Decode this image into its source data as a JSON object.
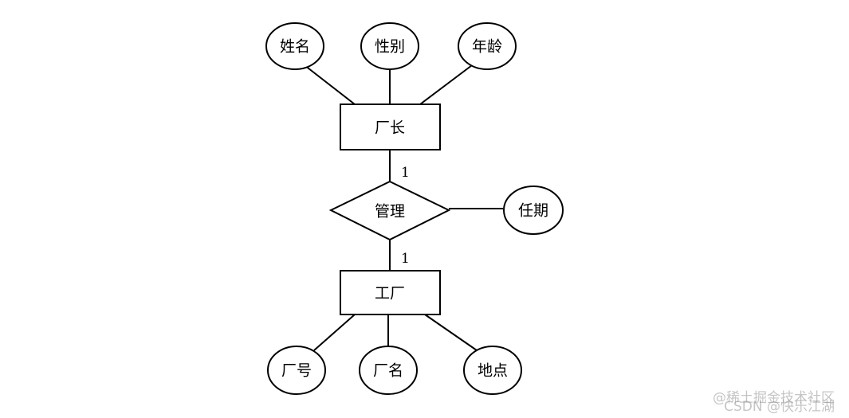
{
  "entities": {
    "director": "厂长",
    "factory": "工厂"
  },
  "relationship": {
    "label": "管理",
    "attribute": "任期"
  },
  "director_attributes": [
    "姓名",
    "性别",
    "年龄"
  ],
  "factory_attributes": [
    "厂号",
    "厂名",
    "地点"
  ],
  "cardinality": {
    "director_side": "1",
    "factory_side": "1"
  },
  "watermarks": {
    "line1": "@稀土掘金技术社区",
    "line2": "CSDN @快乐江湖"
  }
}
